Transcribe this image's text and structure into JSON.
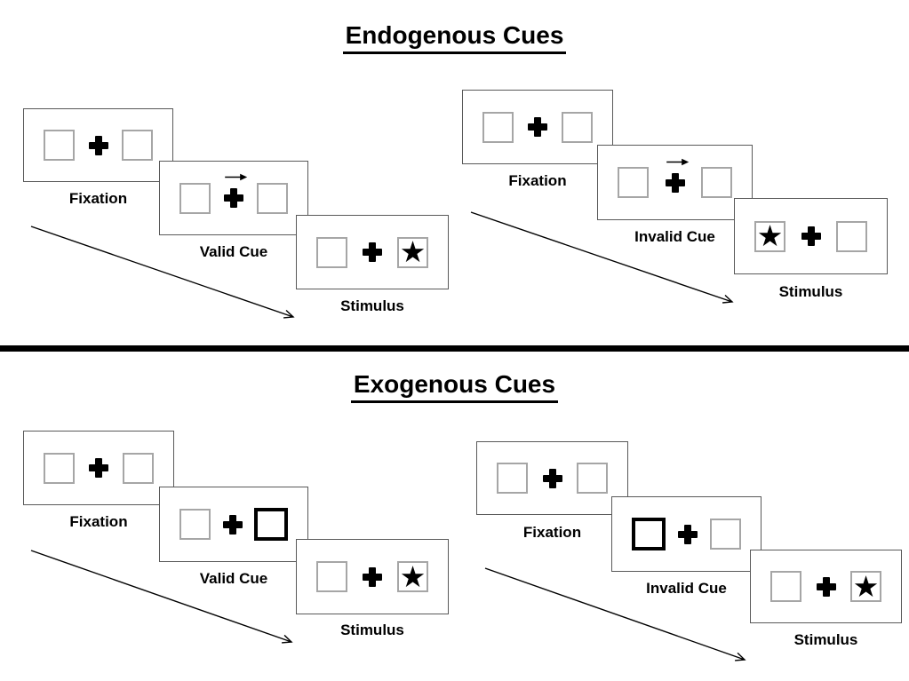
{
  "colors": {
    "panel_border": "#595959",
    "box_border": "#a6a6a6",
    "ink": "#000000",
    "background": "#ffffff"
  },
  "icons": {
    "star": "★"
  },
  "sections": [
    {
      "title": "Endogenous Cues",
      "sequences": [
        {
          "name": "valid",
          "panels": [
            {
              "label": "Fixation",
              "left_box": "empty",
              "right_box": "empty"
            },
            {
              "label": "Valid Cue",
              "cue_arrow": "right",
              "left_box": "empty",
              "right_box": "empty"
            },
            {
              "label": "Stimulus",
              "left_box": "empty",
              "right_box": "star"
            }
          ]
        },
        {
          "name": "invalid",
          "panels": [
            {
              "label": "Fixation",
              "left_box": "empty",
              "right_box": "empty"
            },
            {
              "label": "Invalid Cue",
              "cue_arrow": "right",
              "left_box": "empty",
              "right_box": "empty"
            },
            {
              "label": "Stimulus",
              "left_box": "star",
              "right_box": "empty"
            }
          ]
        }
      ]
    },
    {
      "title": "Exogenous Cues",
      "sequences": [
        {
          "name": "valid",
          "panels": [
            {
              "label": "Fixation",
              "left_box": "empty",
              "right_box": "empty"
            },
            {
              "label": "Valid Cue",
              "left_box": "empty",
              "right_box": "highlighted"
            },
            {
              "label": "Stimulus",
              "left_box": "empty",
              "right_box": "star"
            }
          ]
        },
        {
          "name": "invalid",
          "panels": [
            {
              "label": "Fixation",
              "left_box": "empty",
              "right_box": "empty"
            },
            {
              "label": "Invalid Cue",
              "left_box": "highlighted",
              "right_box": "empty"
            },
            {
              "label": "Stimulus",
              "left_box": "empty",
              "right_box": "star"
            }
          ]
        }
      ]
    }
  ]
}
